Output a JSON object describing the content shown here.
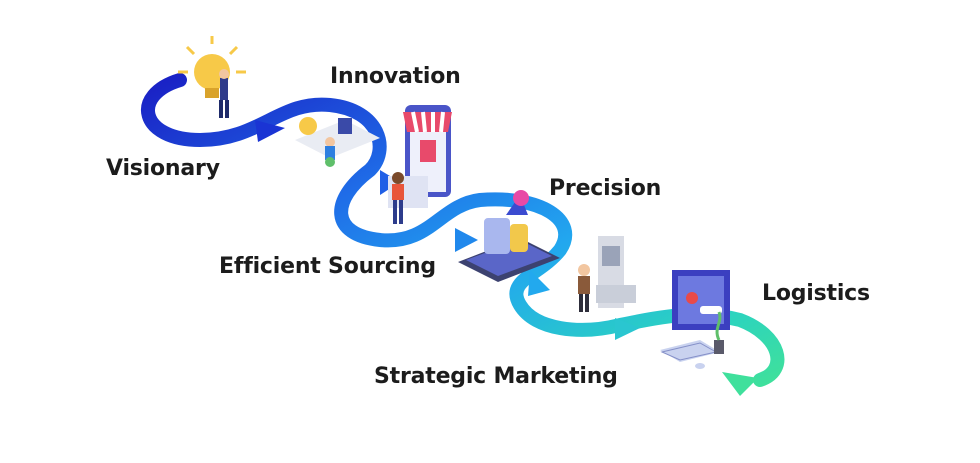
{
  "diagram": {
    "steps": [
      {
        "id": "visionary",
        "label": "Visionary"
      },
      {
        "id": "innovation",
        "label": "Innovation"
      },
      {
        "id": "sourcing",
        "label": "Efficient Sourcing"
      },
      {
        "id": "precision",
        "label": "Precision"
      },
      {
        "id": "marketing",
        "label": "Strategic Marketing"
      },
      {
        "id": "logistics",
        "label": "Logistics"
      }
    ],
    "arrow_gradient": [
      "#1a1fc4",
      "#1f6de8",
      "#22a7ef",
      "#2bd3c0",
      "#3fe09c"
    ],
    "illustrations": [
      "lightbulb-person-icon",
      "desk-worker-icon",
      "storefront-phone-icon",
      "thumbs-up-phone-icon",
      "kiosk-worker-icon",
      "laptop-video-call-icon"
    ]
  }
}
